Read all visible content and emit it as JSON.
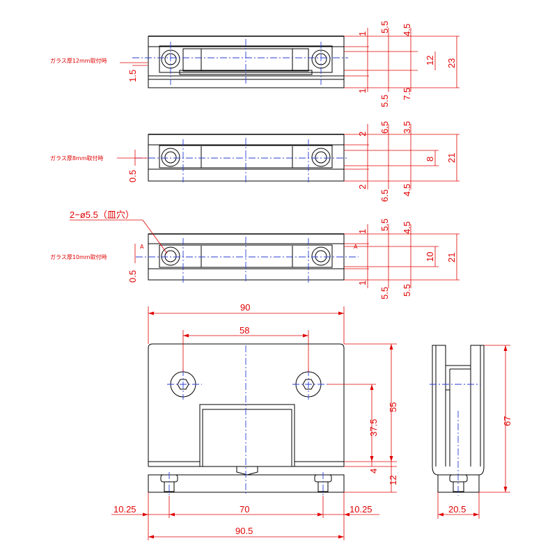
{
  "colors": {
    "object": "#000000",
    "dimension": "#e00000",
    "centerline": "#2a3dd6"
  },
  "notes": {
    "glass12": "ガラス厚12mm取付時",
    "glass8": "ガラス厚8mm取付時",
    "glass10": "ガラス厚10mm取付時",
    "hole": "2−ø5.5（皿穴）",
    "sectionA": "A"
  },
  "view1": {
    "left": "1.5",
    "right_col1": [
      "1",
      "1"
    ],
    "right_col2": [
      "5.5",
      "5.5"
    ],
    "right_col3": [
      "4.5",
      "7.5"
    ],
    "right_col4": "12",
    "right_col5": "23"
  },
  "view2": {
    "left": "0.5",
    "right_col1": [
      "2",
      "2"
    ],
    "right_col2": [
      "6.5",
      "6.5"
    ],
    "right_col3": [
      "3.5",
      "4.5"
    ],
    "right_col4": "8",
    "right_col5": "21"
  },
  "view3": {
    "left": "0.5",
    "right_col1": [
      "1",
      "1"
    ],
    "right_col2": [
      "5.5",
      "5.5"
    ],
    "right_col3": [
      "4.5",
      "5.5"
    ],
    "right_col4": "10",
    "right_col5": "21"
  },
  "front": {
    "width_top": "90",
    "hole_pitch": "58",
    "height_55": "55",
    "height_37_5": "37.5",
    "height_4": "4",
    "height_12": "12",
    "bottom_left": "10.25",
    "bottom_mid": "70",
    "bottom_right": "10.25",
    "bottom_total": "90.5"
  },
  "side": {
    "height": "67",
    "width": "20.5"
  }
}
